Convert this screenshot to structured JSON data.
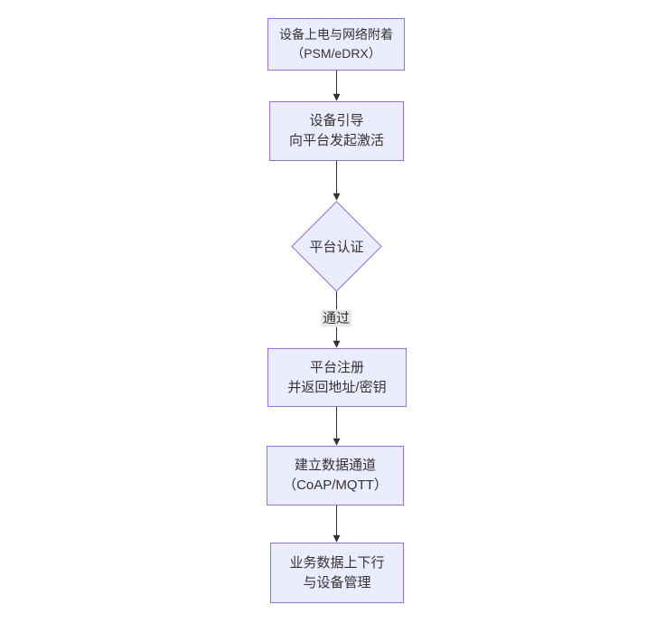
{
  "diagram": {
    "type": "flowchart",
    "direction": "top-down",
    "background": "#ffffff",
    "colors": {
      "node_fill": "#ECECFF",
      "node_border": "#9370DB",
      "text": "#333333",
      "arrow": "#333333",
      "edge_label_bg": "#e8e8e8"
    },
    "nodes": [
      {
        "id": "power-attach",
        "shape": "rect",
        "lines": [
          "设备上电与网络附着",
          "（PSM/eDRX）"
        ]
      },
      {
        "id": "bootstrap-activate",
        "shape": "rect",
        "lines": [
          "设备引导",
          "向平台发起激活"
        ]
      },
      {
        "id": "platform-auth",
        "shape": "diamond",
        "lines": [
          "平台认证"
        ]
      },
      {
        "id": "platform-register",
        "shape": "rect",
        "lines": [
          "平台注册",
          "并返回地址/密钥"
        ]
      },
      {
        "id": "data-channel",
        "shape": "rect",
        "lines": [
          "建立数据通道",
          "（CoAP/MQTT）"
        ]
      },
      {
        "id": "business-data",
        "shape": "rect",
        "lines": [
          "业务数据上下行",
          "与设备管理"
        ]
      }
    ],
    "edges": [
      {
        "from": "power-attach",
        "to": "bootstrap-activate",
        "label": ""
      },
      {
        "from": "bootstrap-activate",
        "to": "platform-auth",
        "label": ""
      },
      {
        "from": "platform-auth",
        "to": "platform-register",
        "label": "通过"
      },
      {
        "from": "platform-register",
        "to": "data-channel",
        "label": ""
      },
      {
        "from": "data-channel",
        "to": "business-data",
        "label": ""
      }
    ]
  }
}
